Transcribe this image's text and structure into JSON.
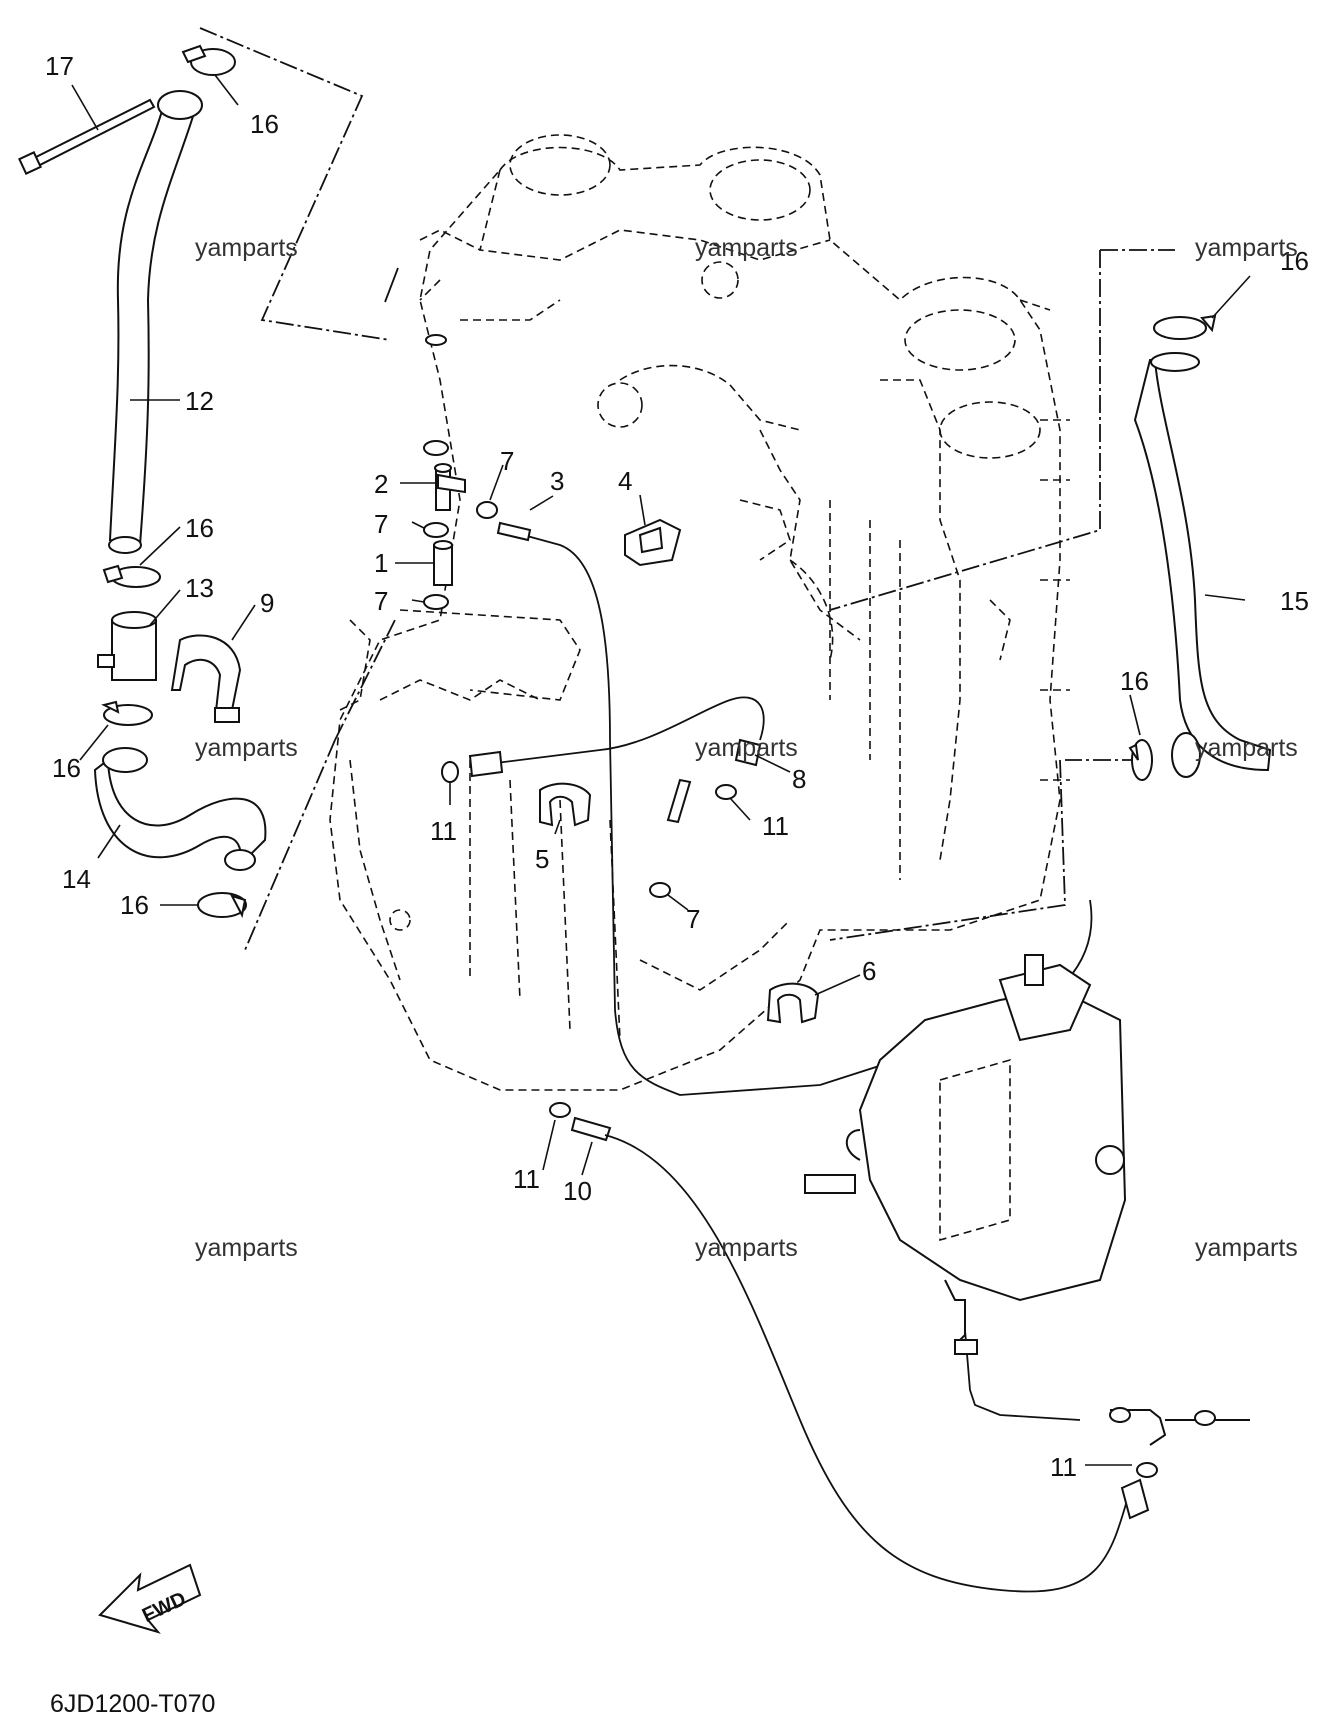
{
  "diagram": {
    "drawing_code": "6JD1200-T070",
    "fwd_label": "FWD",
    "watermark": "yamparts",
    "callouts": [
      "17",
      "16",
      "16",
      "12",
      "16",
      "13",
      "9",
      "16",
      "14",
      "16",
      "2",
      "7",
      "7",
      "1",
      "7",
      "3",
      "4",
      "11",
      "5",
      "8",
      "11",
      "7",
      "6",
      "11",
      "10",
      "16",
      "15",
      "11"
    ]
  }
}
